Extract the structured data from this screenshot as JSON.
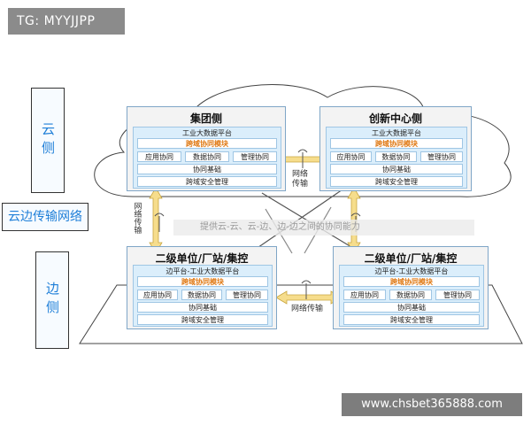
{
  "tag": "TG: MYYJJPP",
  "left": {
    "cloud_side": "云侧",
    "network": "云边传输网络",
    "edge_side": "边侧"
  },
  "panels": {
    "group": {
      "title": "集团侧",
      "platform": "工业大数据平台",
      "module": "跨域协同模块",
      "c1": "应用协同",
      "c2": "数据协同",
      "c3": "管理协同",
      "base": "协同基础",
      "security": "跨域安全管理"
    },
    "innovation": {
      "title": "创新中心侧",
      "platform": "工业大数据平台",
      "module": "跨域协同模块",
      "c1": "应用协同",
      "c2": "数据协同",
      "c3": "管理协同",
      "base": "协同基础",
      "security": "跨域安全管理"
    },
    "edge1": {
      "title": "二级单位/厂站/集控",
      "platform": "边平台-工业大数据平台",
      "module": "跨域协同模块",
      "c1": "应用协同",
      "c2": "数据协同",
      "c3": "管理协同",
      "base": "协同基础",
      "security": "跨域安全管理"
    },
    "edge2": {
      "title": "二级单位/厂站/集控",
      "platform": "边平台-工业大数据平台",
      "module": "跨域协同模块",
      "c1": "应用协同",
      "c2": "数据协同",
      "c3": "管理协同",
      "base": "协同基础",
      "security": "跨域安全管理"
    }
  },
  "connectors": {
    "top": "网络传输",
    "left": "网络传输",
    "bottom": "网络传输"
  },
  "caption": "提供云-云、云-边、边-边之间的协同能力",
  "footer": "www.chsbet365888.com",
  "colors": {
    "accent_orange": "#e07b17",
    "side_text": "#1f7fd8",
    "arrow_yellow": "#f2cf6a"
  }
}
